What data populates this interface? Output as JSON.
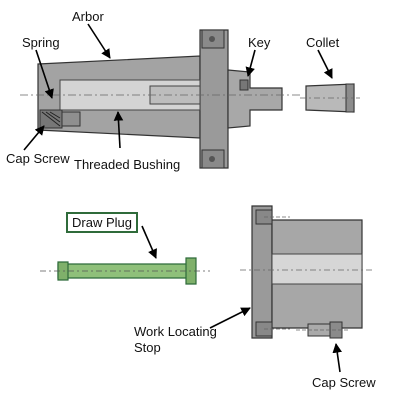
{
  "labels": {
    "arbor": "Arbor",
    "spring": "Spring",
    "key": "Key",
    "collet": "Collet",
    "cap_screw_top": "Cap Screw",
    "threaded_bushing": "Threaded Bushing",
    "draw_plug": "Draw Plug",
    "work_locating_stop": "Work Locating\nStop",
    "cap_screw_bottom": "Cap Screw"
  },
  "colors": {
    "metal_fill": "#9a9a9a",
    "metal_light": "#c8c8c8",
    "metal_dark": "#555555",
    "draw_plug_fill": "#8fc07a",
    "draw_plug_border": "#2f6b3a",
    "outline": "#333333"
  }
}
